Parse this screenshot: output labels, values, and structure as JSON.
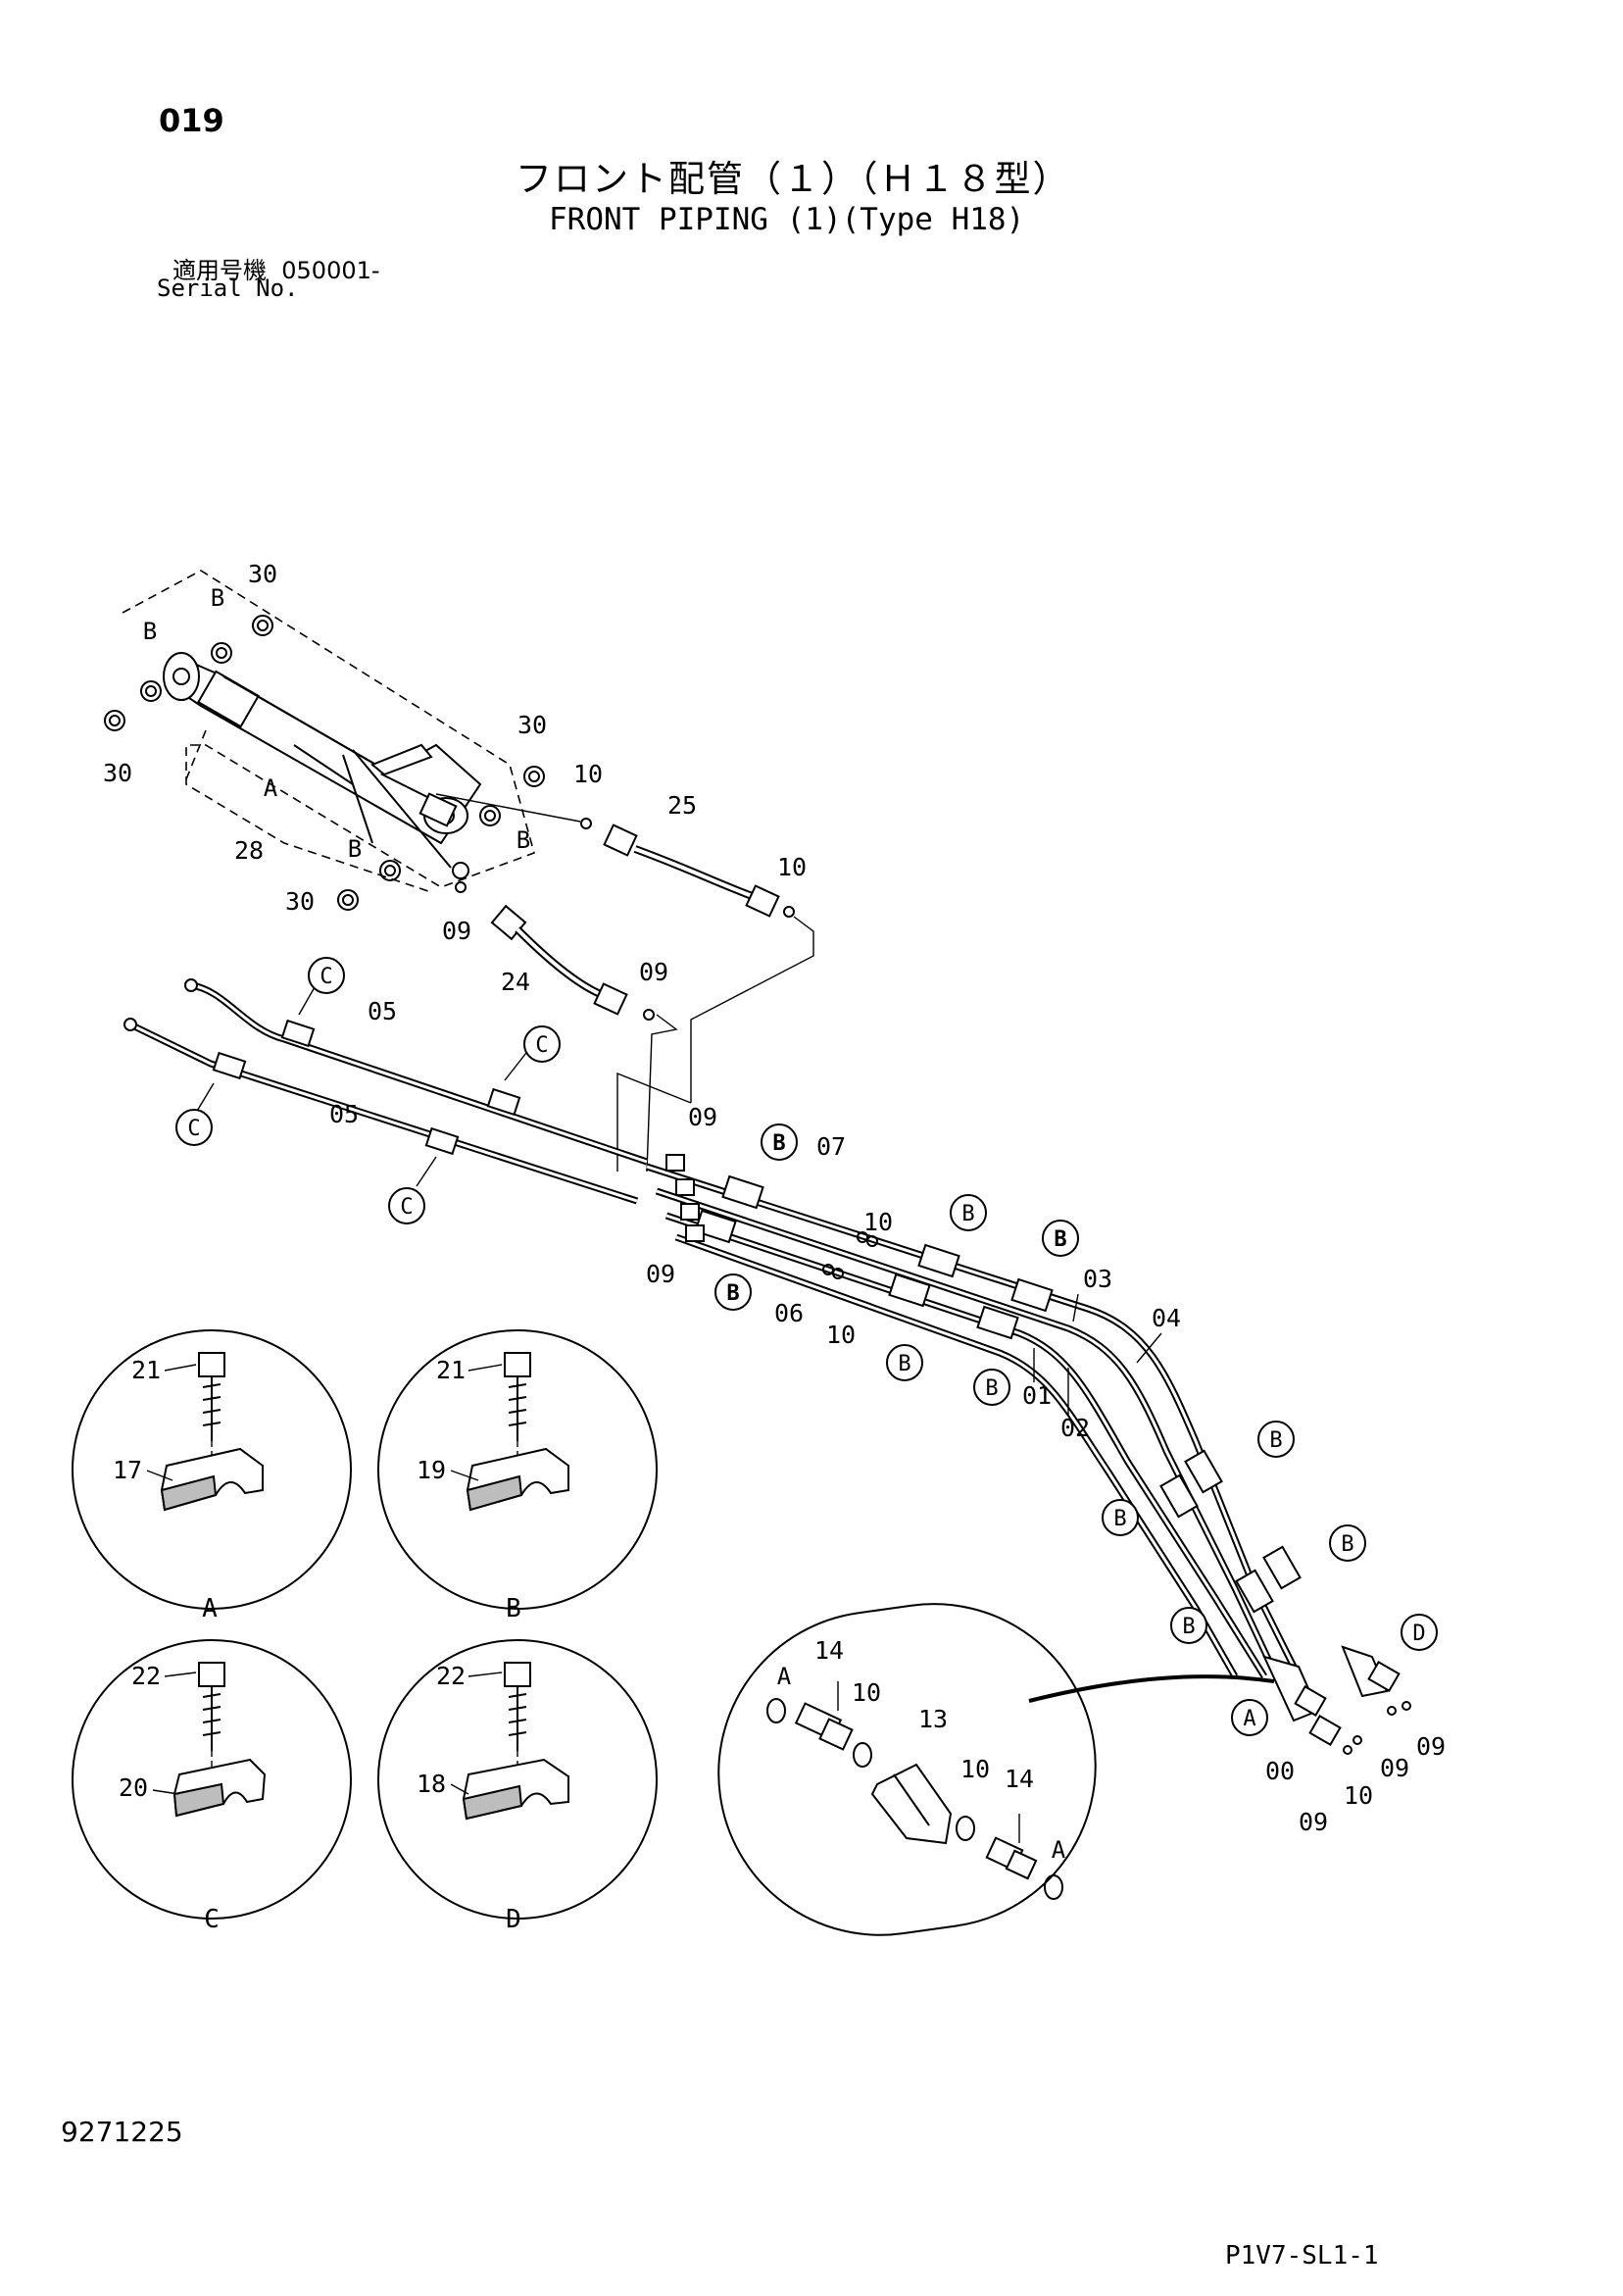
{
  "header": {
    "page_number": "019",
    "title_jp": "フロント配管（１）（Ｈ１８型）",
    "title_en": "FRONT PIPING (1)(Type H18)",
    "serial_label_jp": "適用号機",
    "serial_value": "050001-",
    "serial_label_en": "Serial No."
  },
  "footer": {
    "document_code": "9271225",
    "drawing_code": "P1V7-SL1-1"
  },
  "callouts": {
    "p00": "00",
    "p01": "01",
    "p02": "02",
    "p03": "03",
    "p04": "04",
    "p05": "05",
    "p06": "06",
    "p07": "07",
    "p09": "09",
    "p10": "10",
    "p13": "13",
    "p14": "14",
    "p17": "17",
    "p18": "18",
    "p19": "19",
    "p20": "20",
    "p21": "21",
    "p22": "22",
    "p24": "24",
    "p25": "25",
    "p28": "28",
    "p30": "30"
  },
  "markers": {
    "a": "A",
    "b": "B",
    "c": "C",
    "d": "D"
  },
  "detail_labels": {
    "a": "A",
    "b": "B",
    "c": "C",
    "d": "D"
  },
  "colors": {
    "ink": "#000000",
    "paper": "#ffffff",
    "shade": "#bdbdbd"
  }
}
